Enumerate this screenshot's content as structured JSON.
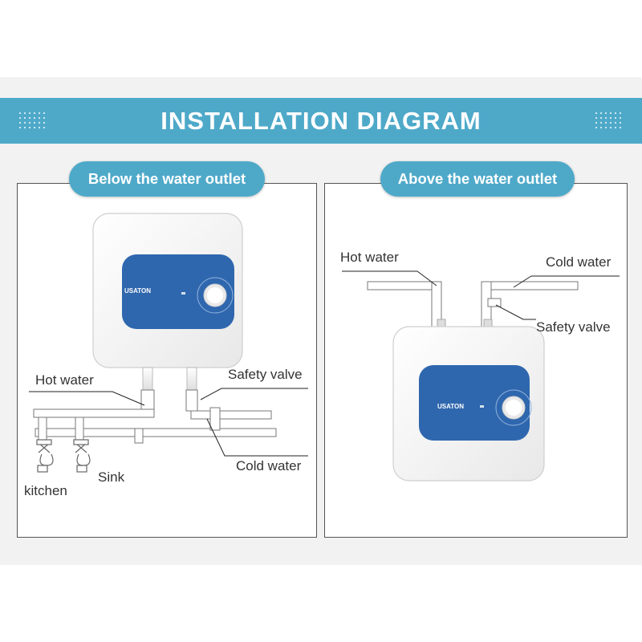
{
  "title": "INSTALLATION DIAGRAM",
  "left_panel": {
    "heading": "Below the water outlet",
    "brand": "USATON",
    "labels": {
      "hot_water": "Hot water",
      "safety_valve": "Safety valve",
      "cold_water": "Cold water",
      "sink": "Sink",
      "kitchen": "kitchen"
    }
  },
  "right_panel": {
    "heading": "Above the water outlet",
    "brand": "USATON",
    "labels": {
      "hot_water": "Hot water",
      "cold_water": "Cold water",
      "safety_valve": "Safety valve"
    }
  },
  "colors": {
    "accent": "#4ea9c9",
    "heater_blue": "#2f67ae"
  }
}
